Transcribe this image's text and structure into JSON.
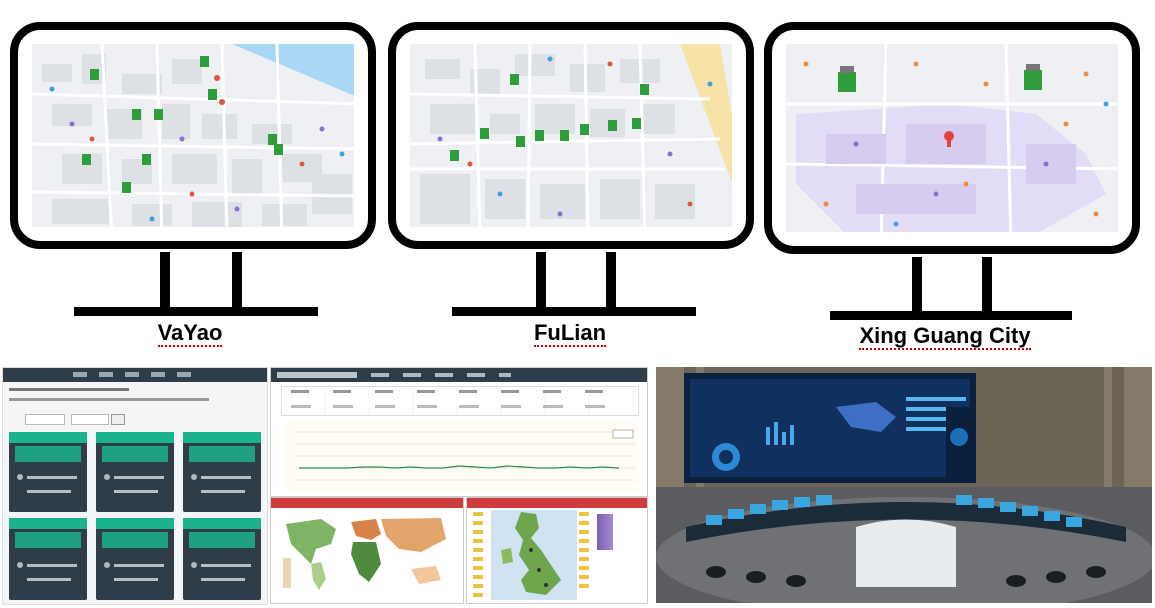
{
  "locations": [
    {
      "label": "VaYao"
    },
    {
      "label": "FuLian"
    },
    {
      "label": "Xing Guang City"
    }
  ]
}
